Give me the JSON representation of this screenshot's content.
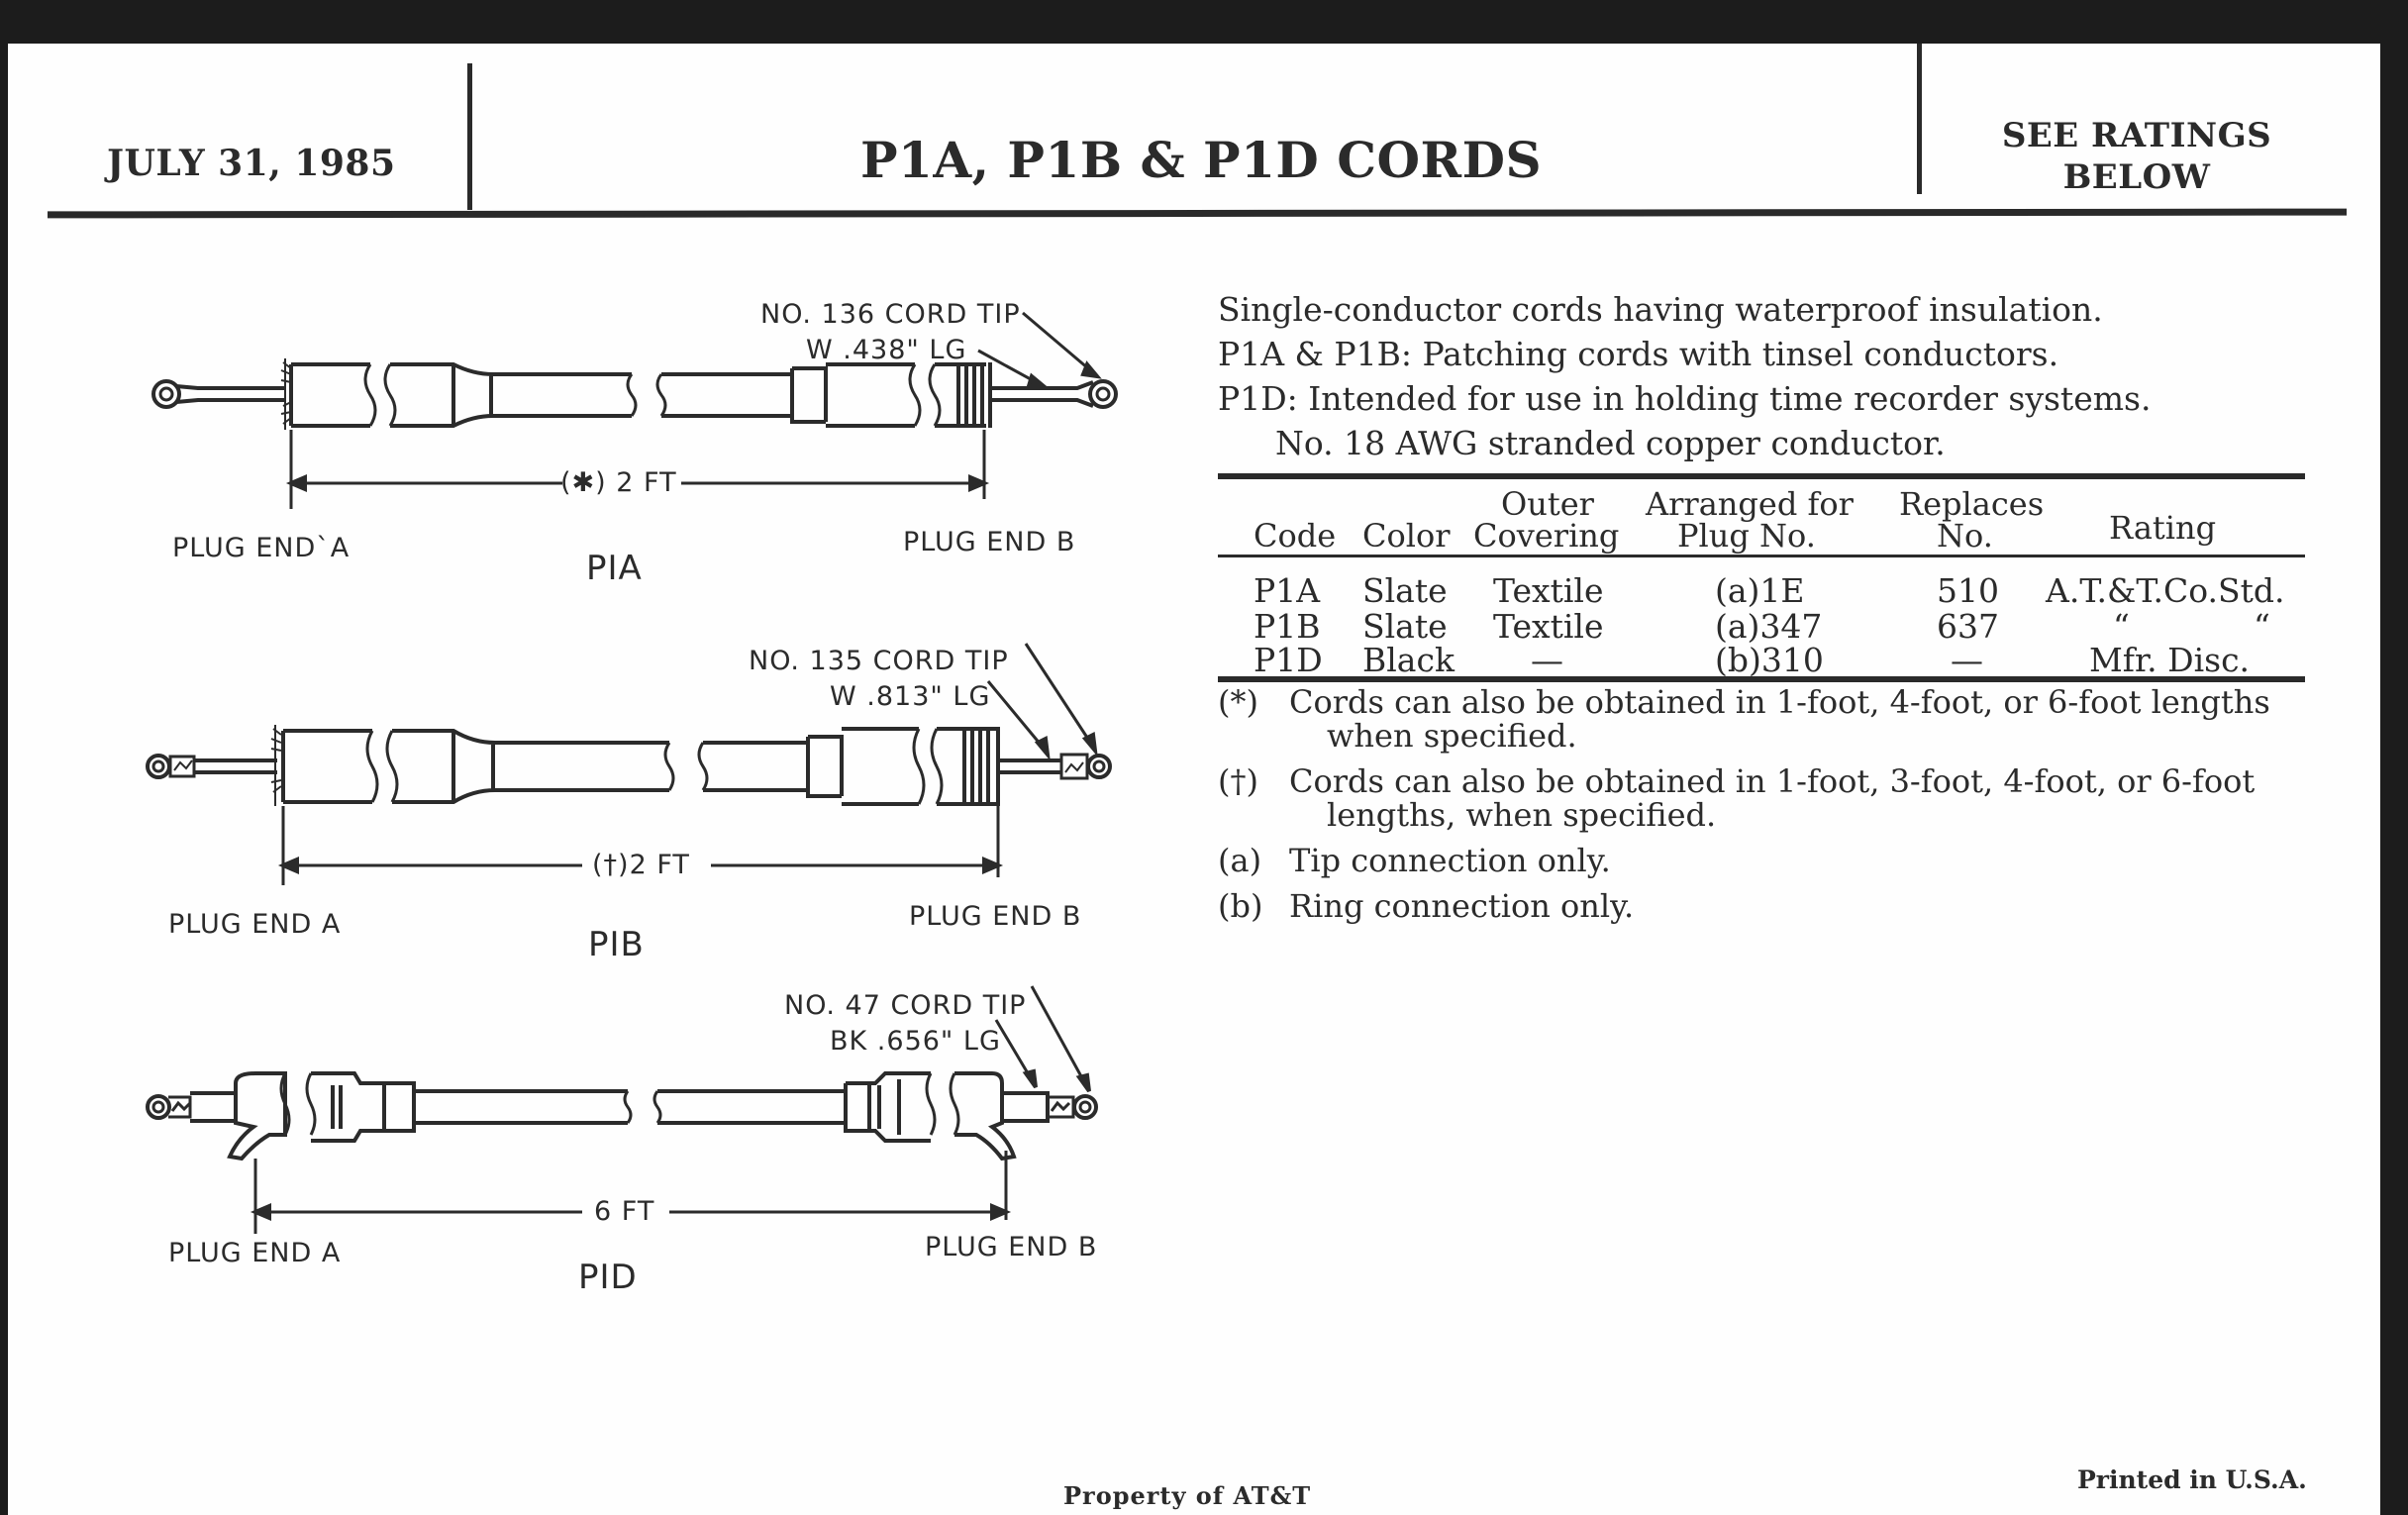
{
  "header": {
    "date": "JULY 31, 1985",
    "title": "P1A, P1B & P1D CORDS",
    "rating_note_line1": "SEE RATINGS",
    "rating_note_line2": "BELOW"
  },
  "description": {
    "lines": [
      "Single-conductor cords having waterproof insulation.",
      "P1A & P1B: Patching cords with tinsel conductors.",
      "P1D: Intended for use in holding time recorder systems.",
      "No. 18 AWG stranded copper conductor."
    ]
  },
  "table": {
    "headers": {
      "code": "Code",
      "color": "Color",
      "outer_1": "Outer",
      "outer_2": "Covering",
      "plug_1": "Arranged for",
      "plug_2": "Plug No.",
      "replaces_1": "Replaces",
      "replaces_2": "No.",
      "rating": "Rating"
    },
    "rows": [
      {
        "code": "P1A",
        "color": "Slate",
        "outer": "Textile",
        "plug": "(a)1E",
        "replaces": "510",
        "rating": "A.T.&T.Co.Std."
      },
      {
        "code": "P1B",
        "color": "Slate",
        "outer": "Textile",
        "plug": "(a)347",
        "replaces": "637",
        "rating_ditto_1": "“",
        "rating_ditto_2": "“"
      },
      {
        "code": "P1D",
        "color": "Black",
        "outer": "—",
        "plug": "(b)310",
        "replaces": "—",
        "rating": "Mfr. Disc."
      }
    ]
  },
  "notes": [
    {
      "mark": "(*)",
      "line1": "Cords can also be obtained in 1-foot, 4-foot, or 6-foot lengths",
      "line2": "when specified."
    },
    {
      "mark": "(†)",
      "line1": "Cords can also be obtained in 1-foot, 3-foot, 4-foot, or 6-foot",
      "line2": "lengths, when specified."
    },
    {
      "mark": "(a)",
      "line1": "Tip connection only."
    },
    {
      "mark": "(b)",
      "line1": "Ring connection only."
    }
  ],
  "diagrams": [
    {
      "name": "PIA",
      "tip_label": "NO. 136 CORD TIP",
      "tip_spec": "W .438\" LG",
      "length": "(✱) 2 FT",
      "end_a": "PLUG END`A",
      "end_b": "PLUG END B"
    },
    {
      "name": "PIB",
      "tip_label": "NO. 135 CORD TIP",
      "tip_spec": "W .813\" LG",
      "length": "(†)2 FT",
      "end_a": "PLUG END A",
      "end_b": "PLUG END B"
    },
    {
      "name": "PID",
      "tip_label": "NO. 47 CORD TIP",
      "tip_spec": "BK .656\" LG",
      "length": "6 FT",
      "end_a": "PLUG END A",
      "end_b": "PLUG END B"
    }
  ],
  "footer": {
    "property": "Property of AT&T",
    "printed": "Printed in U.S.A."
  }
}
